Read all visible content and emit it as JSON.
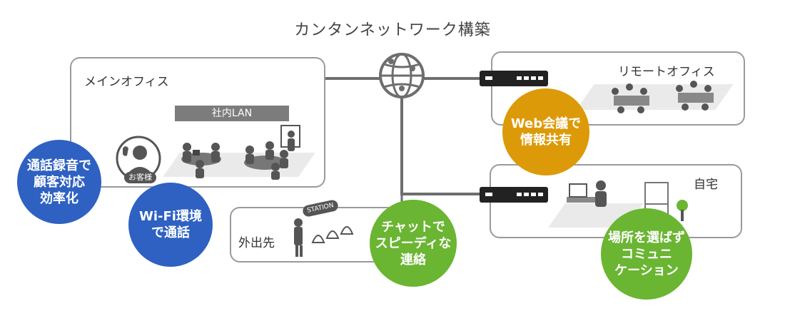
{
  "title": "カンタンネットワーク構築",
  "main_office": {
    "label": "メインオフィス",
    "lan_label": "社内LAN",
    "customer_label": "お客様"
  },
  "remote_office": {
    "label": "リモートオフィス"
  },
  "home": {
    "label": "自宅"
  },
  "outside": {
    "label": "外出先",
    "station_sign": "STATION"
  },
  "bubbles": {
    "call_record": "通話録音で\n顧客対応\n効率化",
    "wifi": "Wi-Fi環境\nで通話",
    "chat": "チャットで\nスピーディな\n連絡",
    "web_meeting": "Web会議で\n情報共有",
    "anywhere": "場所を選ばず\nコミュニ\nケーション"
  },
  "colors": {
    "blue": "#2e61c1",
    "green": "#6ab532",
    "orange": "#dc9a08",
    "line": "#6e6e6e"
  }
}
